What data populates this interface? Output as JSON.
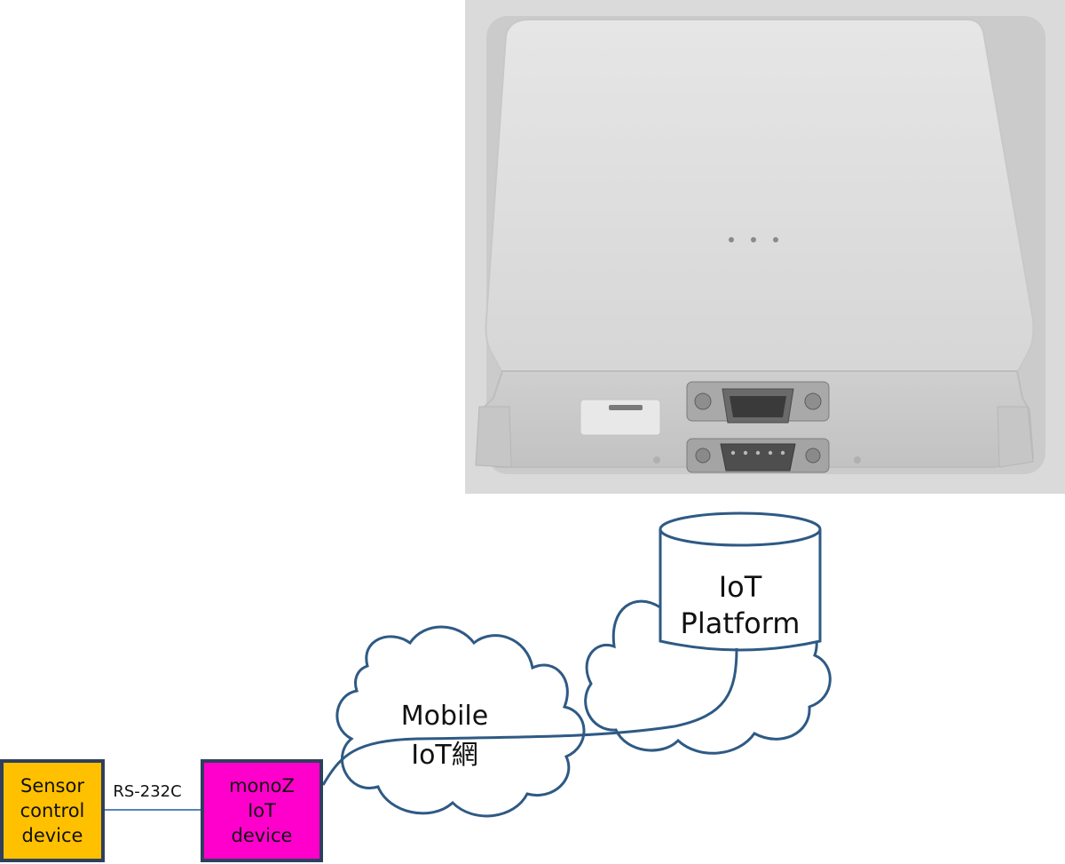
{
  "diagram": {
    "nodes": {
      "sensor": {
        "lines": [
          "Sensor",
          "control",
          "device"
        ],
        "fill": "#FFC000"
      },
      "monoz": {
        "lines": [
          "monoZ",
          "IoT",
          "device"
        ],
        "fill": "#FF00CC"
      },
      "mobile_net": {
        "lines": [
          "Mobile",
          "IoT網"
        ]
      },
      "platform": {
        "lines": [
          "IoT",
          "Platform"
        ]
      }
    },
    "links": {
      "serial": {
        "label": "RS-232C"
      }
    },
    "colors": {
      "node_border": "#2F3F5C",
      "cloud_stroke": "#2E5A84",
      "link_line": "#5A84B8"
    },
    "photo": {
      "subject": "white-enclosure-iot-device-with-two-db9-serial-ports"
    }
  }
}
